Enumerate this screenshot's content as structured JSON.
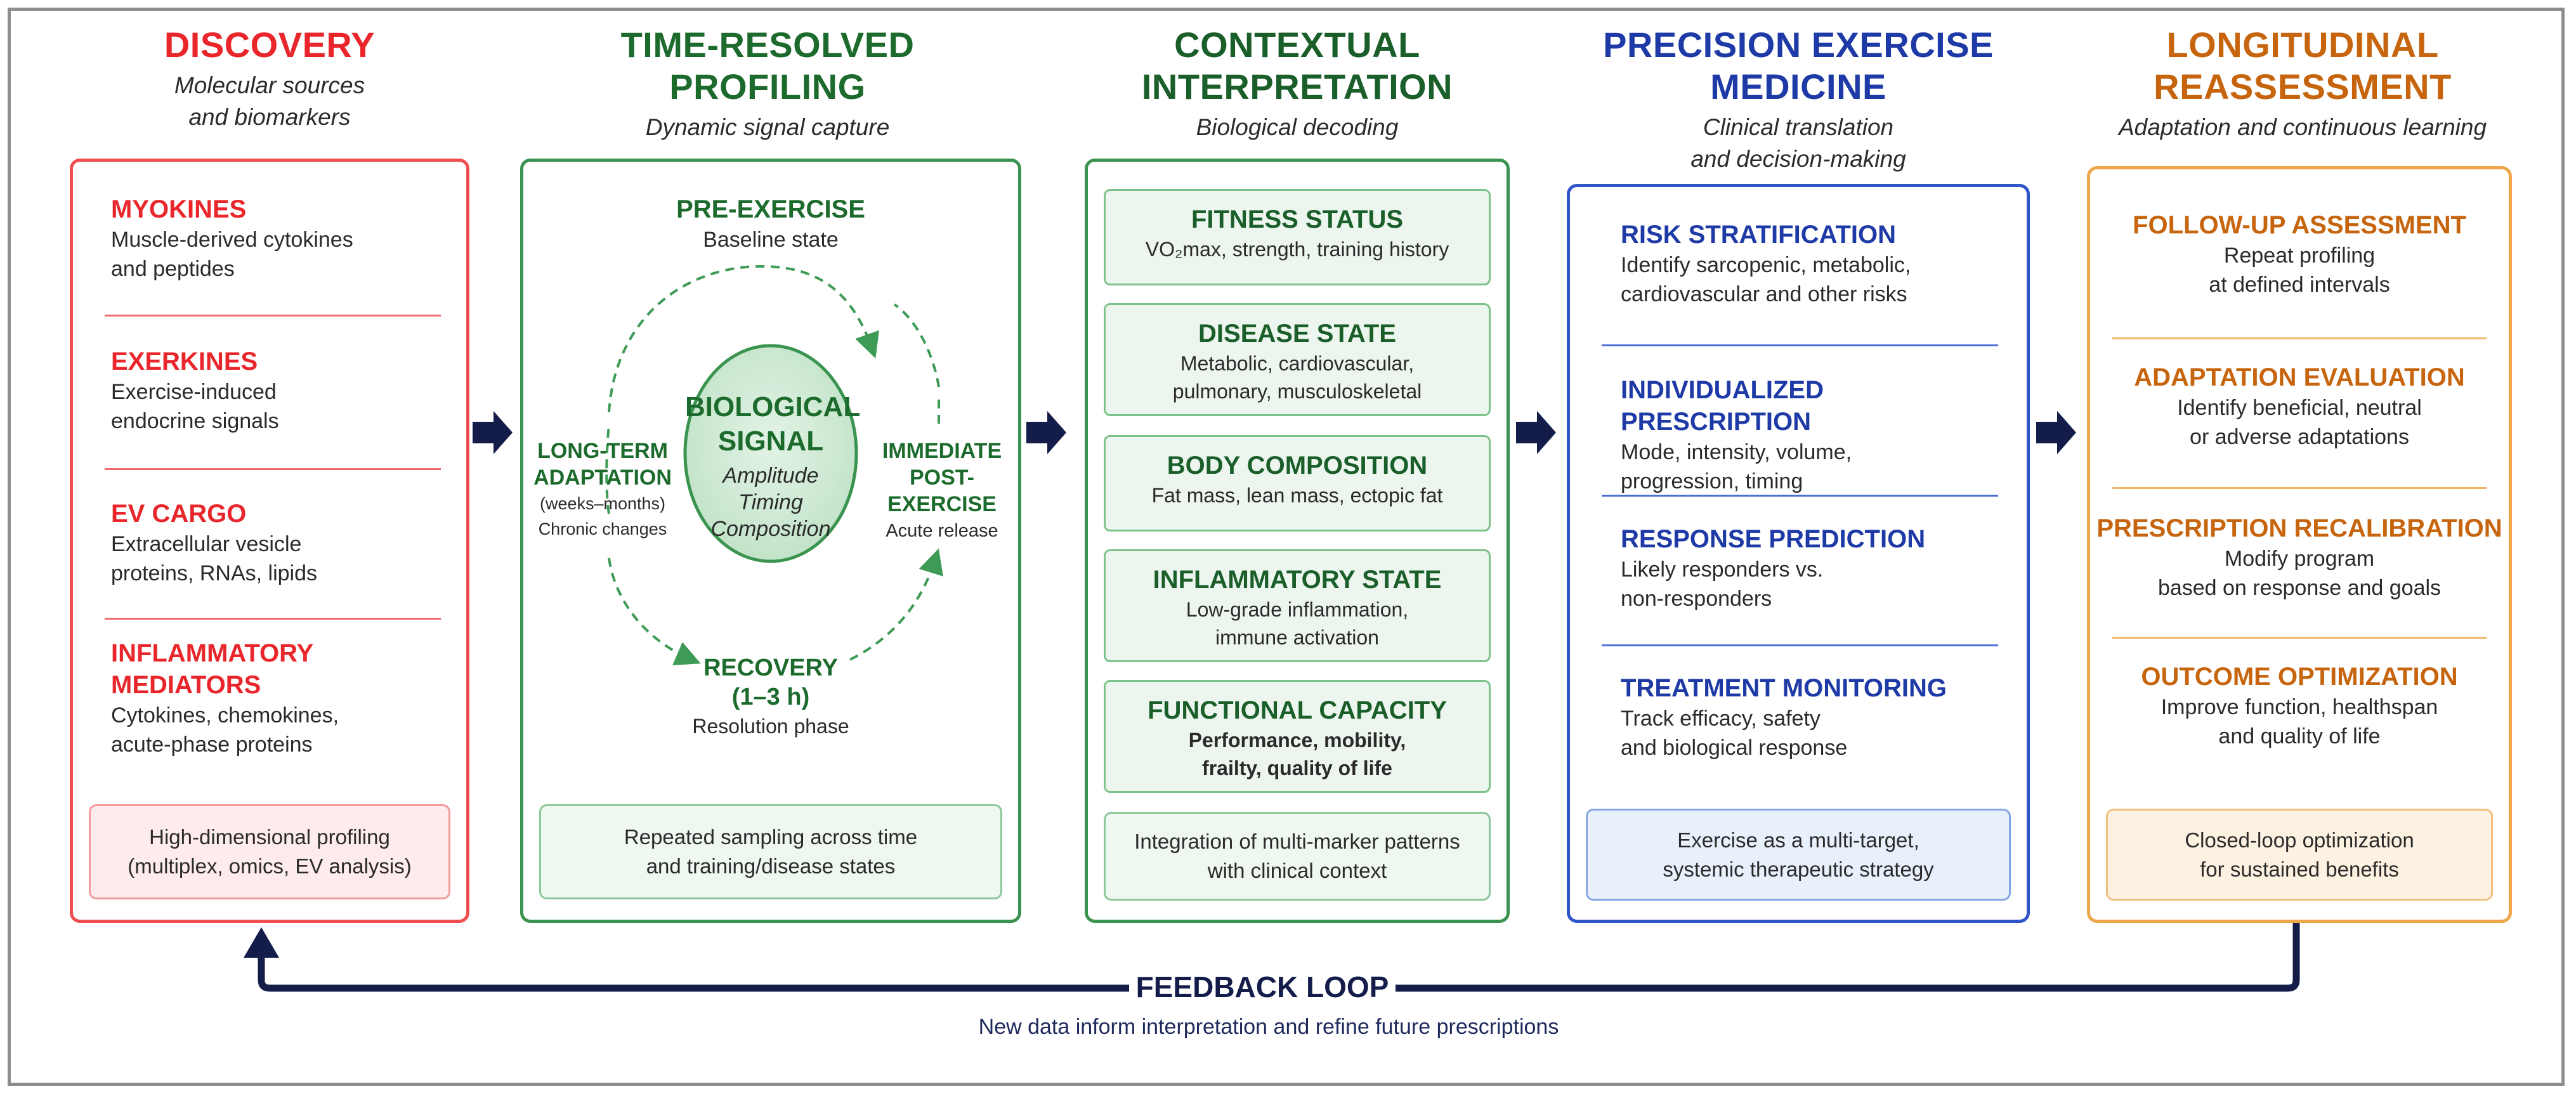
{
  "columns": [
    {
      "title_line1": "DISCOVERY",
      "title_line2": "",
      "subtitle_line1": "Molecular sources",
      "subtitle_line2": "and biomarkers"
    },
    {
      "title_line1": "TIME-RESOLVED",
      "title_line2": "PROFILING",
      "subtitle_line1": "Dynamic signal capture",
      "subtitle_line2": ""
    },
    {
      "title_line1": "CONTEXTUAL",
      "title_line2": "INTERPRETATION",
      "subtitle_line1": "Biological decoding",
      "subtitle_line2": ""
    },
    {
      "title_line1": "PRECISION EXERCISE",
      "title_line2": "MEDICINE",
      "subtitle_line1": "Clinical translation",
      "subtitle_line2": "and decision-making"
    },
    {
      "title_line1": "LONGITUDINAL",
      "title_line2": "REASSESSMENT",
      "subtitle_line1": "Adaptation and continuous learning",
      "subtitle_line2": ""
    }
  ],
  "discovery": {
    "items": [
      {
        "title_line1": "MYOKINES",
        "title_line2": "",
        "text_line1": "Muscle-derived cytokines",
        "text_line2": "and peptides"
      },
      {
        "title_line1": "EXERKINES",
        "title_line2": "",
        "text_line1": "Exercise-induced",
        "text_line2": "endocrine signals"
      },
      {
        "title_line1": "EV CARGO",
        "title_line2": "",
        "text_line1": "Extracellular vesicle",
        "text_line2": "proteins, RNAs, lipids"
      },
      {
        "title_line1": "INFLAMMATORY",
        "title_line2": "MEDIATORS",
        "text_line1": "Cytokines, chemokines,",
        "text_line2": "acute-phase proteins"
      }
    ],
    "footer_line1": "High-dimensional profiling",
    "footer_line2": "(multiplex, omics, EV analysis)"
  },
  "profiling": {
    "pre": {
      "title": "PRE-EXERCISE",
      "text": "Baseline state"
    },
    "center": {
      "title_line1": "BIOLOGICAL",
      "title_line2": "SIGNAL",
      "sub1": "Amplitude",
      "sub2": "Timing",
      "sub3": "Composition"
    },
    "long_term": {
      "title_line1": "LONG-TERM",
      "title_line2": "ADAPTATION",
      "text_line1": "(weeks–months)",
      "text_line2": "Chronic changes"
    },
    "immediate": {
      "title_line1": "IMMEDIATE",
      "title_line2": "POST-EXERCISE",
      "text": "Acute release"
    },
    "recovery": {
      "title_line1": "RECOVERY",
      "title_line2": "(1–3 h)",
      "text": "Resolution phase"
    },
    "footer_line1": "Repeated sampling across time",
    "footer_line2": "and training/disease states"
  },
  "interpretation": {
    "boxes": [
      {
        "title": "FITNESS STATUS",
        "text_line1": "VO₂max, strength, training history",
        "text_line2": ""
      },
      {
        "title": "DISEASE STATE",
        "text_line1": "Metabolic, cardiovascular,",
        "text_line2": "pulmonary, musculoskeletal"
      },
      {
        "title": "BODY COMPOSITION",
        "text_line1": "Fat mass, lean mass, ectopic fat",
        "text_line2": ""
      },
      {
        "title": "INFLAMMATORY STATE",
        "text_line1": "Low-grade inflammation,",
        "text_line2": "immune activation"
      },
      {
        "title": "FUNCTIONAL CAPACITY",
        "text_line1": "Performance, mobility,",
        "text_line2": "frailty, quality of life"
      }
    ],
    "footer_line1": "Integration of multi-marker patterns",
    "footer_line2": "with clinical context"
  },
  "precision": {
    "items": [
      {
        "title": "RISK STRATIFICATION",
        "text_line1": "Identify sarcopenic, metabolic,",
        "text_line2": "cardiovascular and other risks"
      },
      {
        "title": "INDIVIDUALIZED PRESCRIPTION",
        "text_line1": "Mode, intensity, volume,",
        "text_line2": "progression, timing"
      },
      {
        "title": "RESPONSE PREDICTION",
        "text_line1": "Likely responders vs.",
        "text_line2": "non-responders"
      },
      {
        "title": "TREATMENT MONITORING",
        "text_line1": "Track efficacy, safety",
        "text_line2": "and biological response"
      }
    ],
    "footer_line1": "Exercise as a multi-target,",
    "footer_line2": "systemic therapeutic strategy"
  },
  "longitudinal": {
    "items": [
      {
        "title": "FOLLOW-UP ASSESSMENT",
        "text_line1": "Repeat profiling",
        "text_line2": "at defined intervals"
      },
      {
        "title": "ADAPTATION EVALUATION",
        "text_line1": "Identify beneficial, neutral",
        "text_line2": "or adverse adaptations"
      },
      {
        "title": "PRESCRIPTION RECALIBRATION",
        "text_line1": "Modify program",
        "text_line2": "based on response and goals"
      },
      {
        "title": "OUTCOME OPTIMIZATION",
        "text_line1": "Improve function, healthspan",
        "text_line2": "and quality of life"
      }
    ],
    "footer_line1": "Closed-loop optimization",
    "footer_line2": "for sustained benefits"
  },
  "feedback": {
    "title": "FEEDBACK LOOP",
    "text": "New data inform interpretation and refine future prescriptions"
  },
  "colors": {
    "discovery": "#e8262b",
    "profiling": "#1c6b2d",
    "interpretation": "#1a5e2a",
    "precision": "#1e3aa6",
    "longitudinal": "#c7650e",
    "arrow": "#141c4a"
  }
}
